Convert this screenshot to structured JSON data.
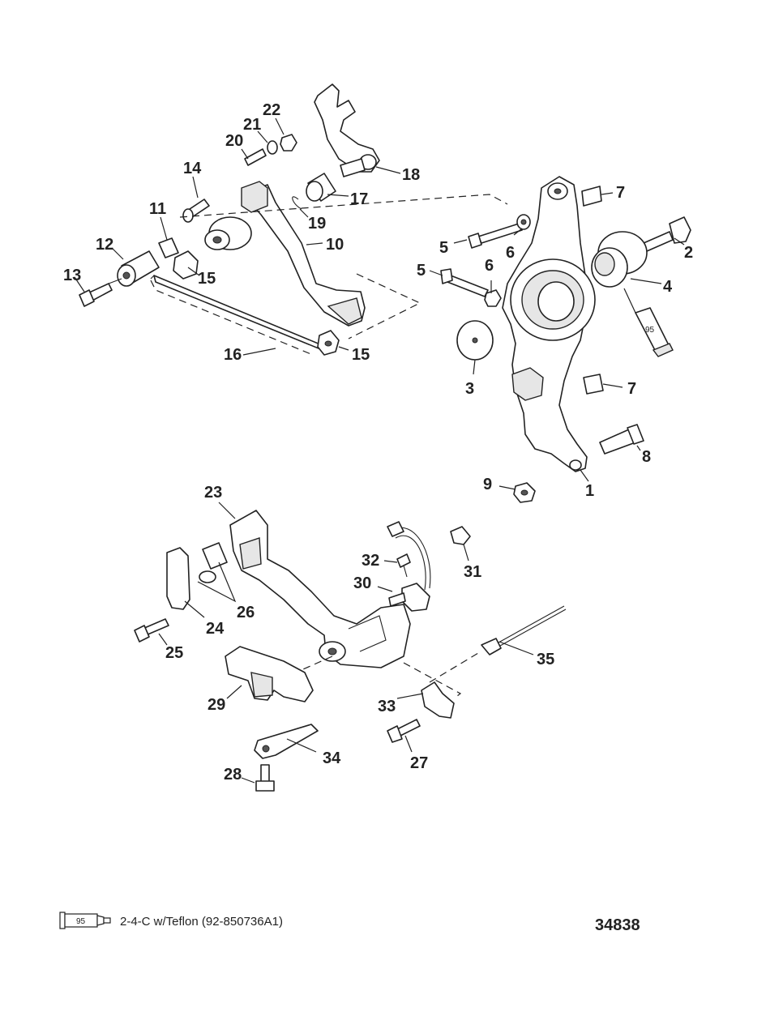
{
  "callouts": {
    "c1": "1",
    "c2": "2",
    "c3": "3",
    "c4": "4",
    "c5a": "5",
    "c5b": "5",
    "c6a": "6",
    "c6b": "6",
    "c7a": "7",
    "c7b": "7",
    "c8": "8",
    "c9": "9",
    "c10": "10",
    "c11": "11",
    "c12": "12",
    "c13": "13",
    "c14": "14",
    "c15a": "15",
    "c15b": "15",
    "c16": "16",
    "c17": "17",
    "c18": "18",
    "c19": "19",
    "c20": "20",
    "c21": "21",
    "c22": "22",
    "c23": "23",
    "c24": "24",
    "c25": "25",
    "c26": "26",
    "c27": "27",
    "c28": "28",
    "c29": "29",
    "c30": "30",
    "c31": "31",
    "c32": "32",
    "c33": "33",
    "c34": "34",
    "c35": "35"
  },
  "sealant_tube_label": "95",
  "legend": {
    "tube_label": "95",
    "text": "2-4-C w/Teflon (92-850736A1)"
  },
  "figure_number": "34838"
}
